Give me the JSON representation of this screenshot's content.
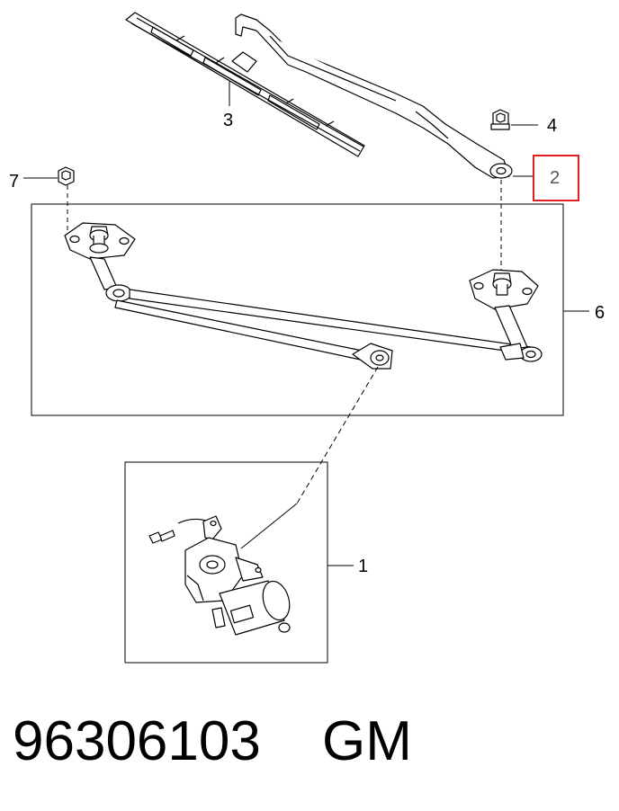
{
  "callouts": {
    "c1": "1",
    "c2": "2",
    "c3": "3",
    "c4": "4",
    "c6": "6",
    "c7": "7"
  },
  "highlight_color": "#e02020",
  "footer": {
    "part_number": "96306103",
    "brand": "GM"
  }
}
